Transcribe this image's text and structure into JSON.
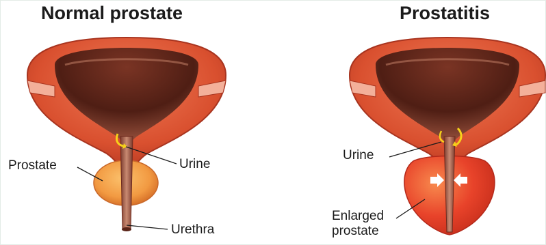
{
  "panels": {
    "normal": {
      "title": "Normal prostate",
      "labels": {
        "prostate": "Prostate",
        "urine": "Urine",
        "urethra": "Urethra"
      }
    },
    "prostatitis": {
      "title": "Prostatitis",
      "labels": {
        "urine": "Urine",
        "enlarged_line1": "Enlarged",
        "enlarged_line2": "prostate"
      }
    }
  },
  "colors": {
    "bladder_wall": "#d9502f",
    "bladder_outline": "#b83a22",
    "bladder_interior": "#5a2418",
    "normal_prostate": "#f2a24a",
    "enlarged_prostate": "#e8432a",
    "urine_arrow": "#f7d21a",
    "pressure_arrow": "#ffffff"
  }
}
